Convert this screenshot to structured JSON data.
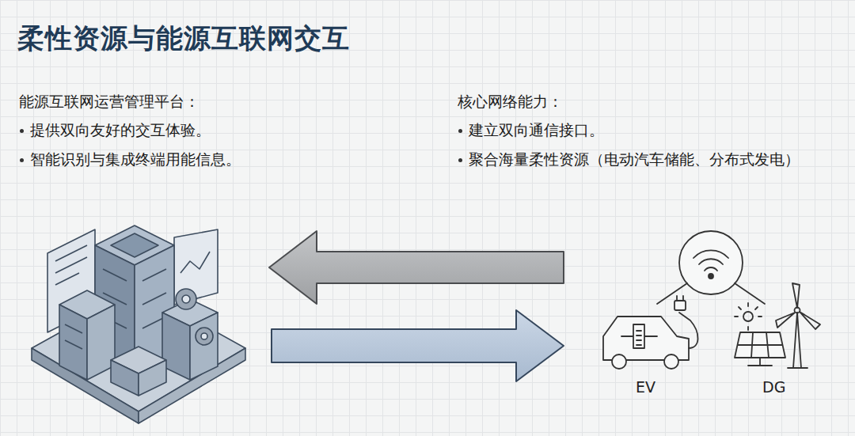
{
  "diagram": {
    "title": "柔性资源与能源互联网交互",
    "labels": [
      "能源互联网运营管理平台：",
      "提供双向友好的交互体验。",
      "智能识别与集成终端用能信息。",
      "核心网络能力：",
      "建立双向通信接口。",
      "聚合海量柔性资源（电动汽车储能、分布式发电）",
      "EV",
      "DG"
    ]
  }
}
